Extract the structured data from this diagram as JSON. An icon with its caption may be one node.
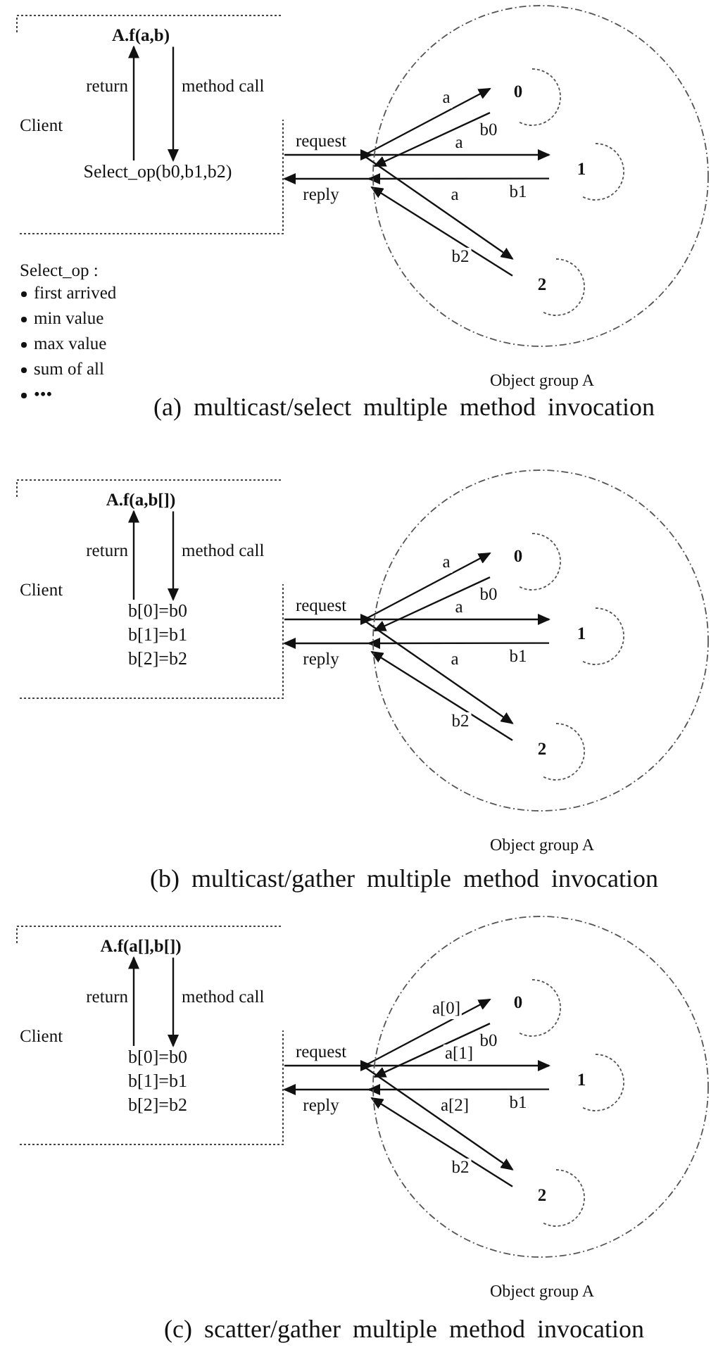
{
  "diagram": {
    "nodes": [
      {
        "text": [
          "Client"
        ]
      },
      {
        "text": [
          "A.f(a,b)"
        ],
        "in": 0
      },
      {
        "text": [
          "Select_op(b0,b1,b2)"
        ],
        "in": 0
      },
      {
        "text": [
          "Object group A"
        ]
      },
      {
        "text": [
          "0"
        ],
        "in": 3
      },
      {
        "text": [
          "1"
        ],
        "in": 3
      },
      {
        "text": [
          "2"
        ],
        "in": 3
      },
      {
        "text": [
          "Client"
        ]
      },
      {
        "text": [
          "A.f(a,b[])"
        ],
        "in": 7
      },
      {
        "text": [
          "b[0]=b0 b[1]=b1 b[2]=b2"
        ],
        "in": 7
      },
      {
        "text": [
          "Object group A"
        ]
      },
      {
        "text": [
          "0"
        ],
        "in": 10
      },
      {
        "text": [
          "1"
        ],
        "in": 10
      },
      {
        "text": [
          "2"
        ],
        "in": 10
      },
      {
        "text": [
          "Client"
        ]
      },
      {
        "text": [
          "A.f(a[],b[])"
        ],
        "in": 14
      },
      {
        "text": [
          "b[0]=b0 b[1]=b1 b[2]=b2"
        ],
        "in": 14
      },
      {
        "text": [
          "Object group A"
        ]
      },
      {
        "text": [
          "0"
        ],
        "in": 17
      },
      {
        "text": [
          "1"
        ],
        "in": 17
      },
      {
        "text": [
          "2"
        ],
        "in": 17
      }
    ],
    "edges": [
      {
        "from": 2,
        "to": 1,
        "arrow": "to",
        "label": "return"
      },
      {
        "from": 1,
        "to": 2,
        "arrow": "to",
        "label": "method call"
      },
      {
        "from": 0,
        "to": 3,
        "arrow": "to",
        "label": "request"
      },
      {
        "from": 3,
        "to": 0,
        "arrow": "to",
        "label": "reply"
      },
      {
        "from": null,
        "to": 4,
        "arrow": "to",
        "label": "a"
      },
      {
        "from": 4,
        "to": null,
        "arrow": "to",
        "label": "b0"
      },
      {
        "from": null,
        "to": 5,
        "arrow": "to",
        "label": "a"
      },
      {
        "from": 5,
        "to": null,
        "arrow": "to",
        "label": "b1"
      },
      {
        "from": null,
        "to": 6,
        "arrow": "to",
        "label": "a"
      },
      {
        "from": 6,
        "to": null,
        "arrow": "to",
        "label": "b2"
      },
      {
        "from": 9,
        "to": 8,
        "arrow": "to",
        "label": "return"
      },
      {
        "from": 8,
        "to": 9,
        "arrow": "to",
        "label": "method call"
      },
      {
        "from": 7,
        "to": 10,
        "arrow": "to",
        "label": "request"
      },
      {
        "from": 10,
        "to": 7,
        "arrow": "to",
        "label": "reply"
      },
      {
        "from": null,
        "to": 11,
        "arrow": "to",
        "label": "a"
      },
      {
        "from": 11,
        "to": null,
        "arrow": "to",
        "label": "b0"
      },
      {
        "from": null,
        "to": 12,
        "arrow": "to",
        "label": "a"
      },
      {
        "from": 12,
        "to": null,
        "arrow": "to",
        "label": "b1"
      },
      {
        "from": null,
        "to": 13,
        "arrow": "to",
        "label": "a"
      },
      {
        "from": 13,
        "to": null,
        "arrow": "to",
        "label": "b2"
      },
      {
        "from": 16,
        "to": 15,
        "arrow": "to",
        "label": "return"
      },
      {
        "from": 15,
        "to": 16,
        "arrow": "to",
        "label": "method call"
      },
      {
        "from": 14,
        "to": 17,
        "arrow": "to",
        "label": "request"
      },
      {
        "from": 17,
        "to": 14,
        "arrow": "to",
        "label": "reply"
      },
      {
        "from": null,
        "to": 18,
        "arrow": "to",
        "label": "a[0]"
      },
      {
        "from": 18,
        "to": null,
        "arrow": "to",
        "label": "b0"
      },
      {
        "from": null,
        "to": 19,
        "arrow": "to",
        "label": "a[1]"
      },
      {
        "from": 19,
        "to": null,
        "arrow": "to",
        "label": "b1"
      },
      {
        "from": null,
        "to": 20,
        "arrow": "to",
        "label": "a[2]"
      },
      {
        "from": 20,
        "to": null,
        "arrow": "to",
        "label": "b2"
      }
    ],
    "labels": [
      "Select_op :",
      "first arrived",
      "min value",
      "max value",
      "sum of all",
      "•••",
      "(a) multicast/select multiple method invocation",
      "(b) multicast/gather multiple method invocation",
      "(c) scatter/gather multiple method invocation"
    ]
  }
}
